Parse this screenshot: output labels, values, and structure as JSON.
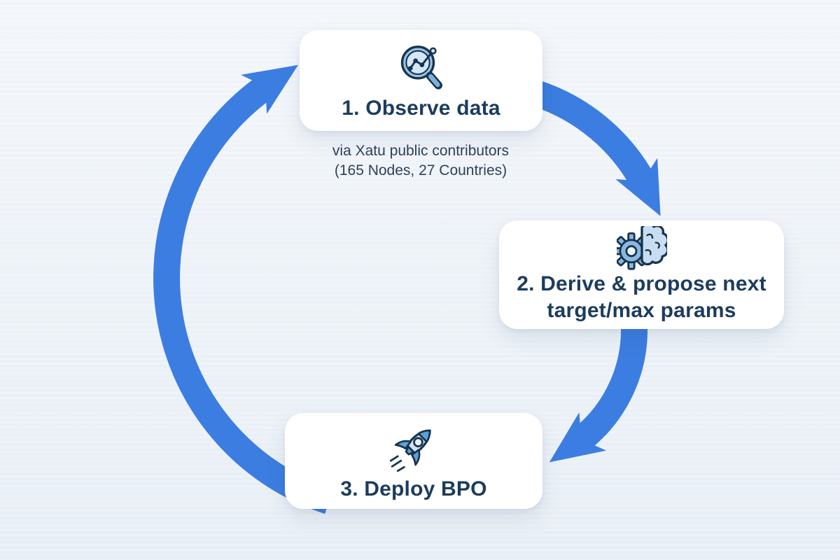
{
  "diagram": {
    "type": "cycle-flow",
    "arrow_color": "#3c7de1",
    "card_background": "#ffffff",
    "title_color": "#1c3c5e",
    "caption_color": "#2e4157",
    "background_top": "#f4f7fb",
    "background_bottom": "#e9eff6",
    "icon_palette": {
      "outline": "#16344f",
      "light_fill": "#cfe3f4",
      "medium_fill": "#8ab8de",
      "dark_fill": "#5f9fd4"
    },
    "steps": [
      {
        "name": "observe",
        "title": "1. Observe data",
        "icon": "magnifier-chart-icon",
        "caption_line1": "via Xatu public contributors",
        "caption_line2": "(165 Nodes, 27 Countries)"
      },
      {
        "name": "derive",
        "title_line1": "2. Derive & propose next",
        "title_line2": "target/max params",
        "icon": "gear-brain-icon"
      },
      {
        "name": "deploy",
        "title": "3. Deploy BPO",
        "icon": "rocket-icon"
      }
    ],
    "arrows": [
      {
        "name": "cycle-arrow-deploy-to-observe",
        "from": "3. Deploy BPO",
        "to": "1. Observe data"
      },
      {
        "name": "cycle-arrow-observe-to-derive",
        "from": "1. Observe data",
        "to": "2. Derive & propose next target/max params"
      },
      {
        "name": "cycle-arrow-derive-to-deploy",
        "from": "2. Derive & propose next target/max params",
        "to": "3. Deploy BPO"
      }
    ]
  }
}
